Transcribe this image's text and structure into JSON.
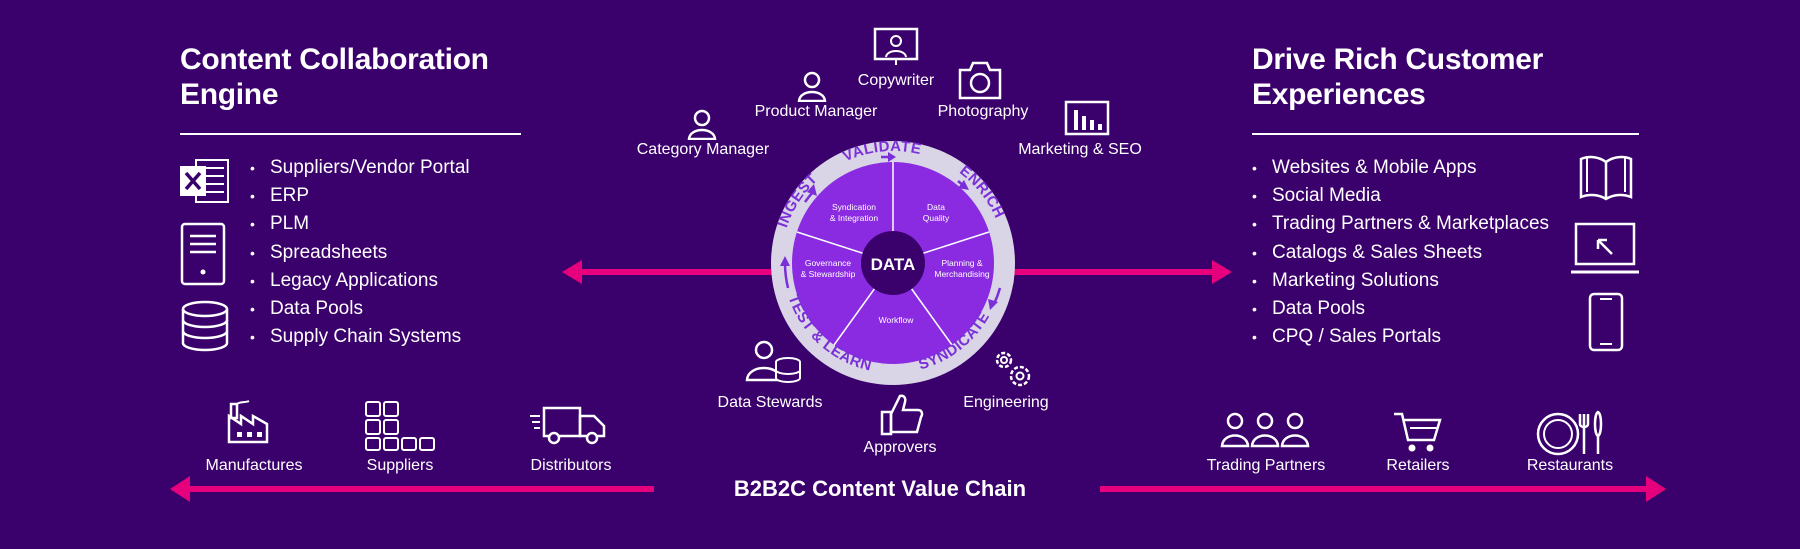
{
  "left": {
    "title_line1": "Content Collaboration",
    "title_line2": "Engine",
    "items": [
      "Suppliers/Vendor Portal",
      "ERP",
      "PLM",
      "Spreadsheets",
      "Legacy Applications",
      "Data Pools",
      "Supply Chain Systems"
    ],
    "icons": [
      "excel-icon",
      "server-icon",
      "database-icon"
    ]
  },
  "right": {
    "title_line1": "Drive Rich Customer",
    "title_line2": "Experiences",
    "items": [
      "Websites & Mobile Apps",
      "Social Media",
      "Trading Partners & Marketplaces",
      "Catalogs & Sales Sheets",
      "Marketing Solutions",
      "Data Pools",
      "CPQ / Sales Portals"
    ],
    "icons": [
      "book-icon",
      "laptop-icon",
      "phone-icon"
    ]
  },
  "roles": {
    "copywriter": "Copywriter",
    "product_manager": "Product Manager",
    "photography": "Photography",
    "category_manager": "Category Manager",
    "marketing_seo": "Marketing & SEO",
    "data_stewards": "Data Stewards",
    "engineering": "Engineering",
    "approvers": "Approvers"
  },
  "wheel": {
    "center": "DATA",
    "segments": {
      "syndication_line1": "Syndication",
      "syndication_line2": "& Integration",
      "quality_line1": "Data",
      "quality_line2": "Quality",
      "planning_line1": "Planning &",
      "planning_line2": "Merchandising",
      "workflow": "Workflow",
      "governance_line1": "Governance",
      "governance_line2": "& Stewardship"
    },
    "ring": {
      "ingest": "INGEST",
      "validate": "VALIDATE",
      "enrich": "ENRICH",
      "syndicate": "SYNDICATE",
      "test_learn": "TEST & LEARN"
    }
  },
  "bottom_left": [
    "Manufactures",
    "Suppliers",
    "Distributors"
  ],
  "bottom_right": [
    "Trading Partners",
    "Retailers",
    "Restaurants"
  ],
  "chain_title": "B2B2C Content Value Chain",
  "colors": {
    "background": "#3a006b",
    "arrow": "#e6007e",
    "wheel_fill": "#8a2be2",
    "ring": "#d9d4e6",
    "ring_text": "#7b2fd8"
  }
}
